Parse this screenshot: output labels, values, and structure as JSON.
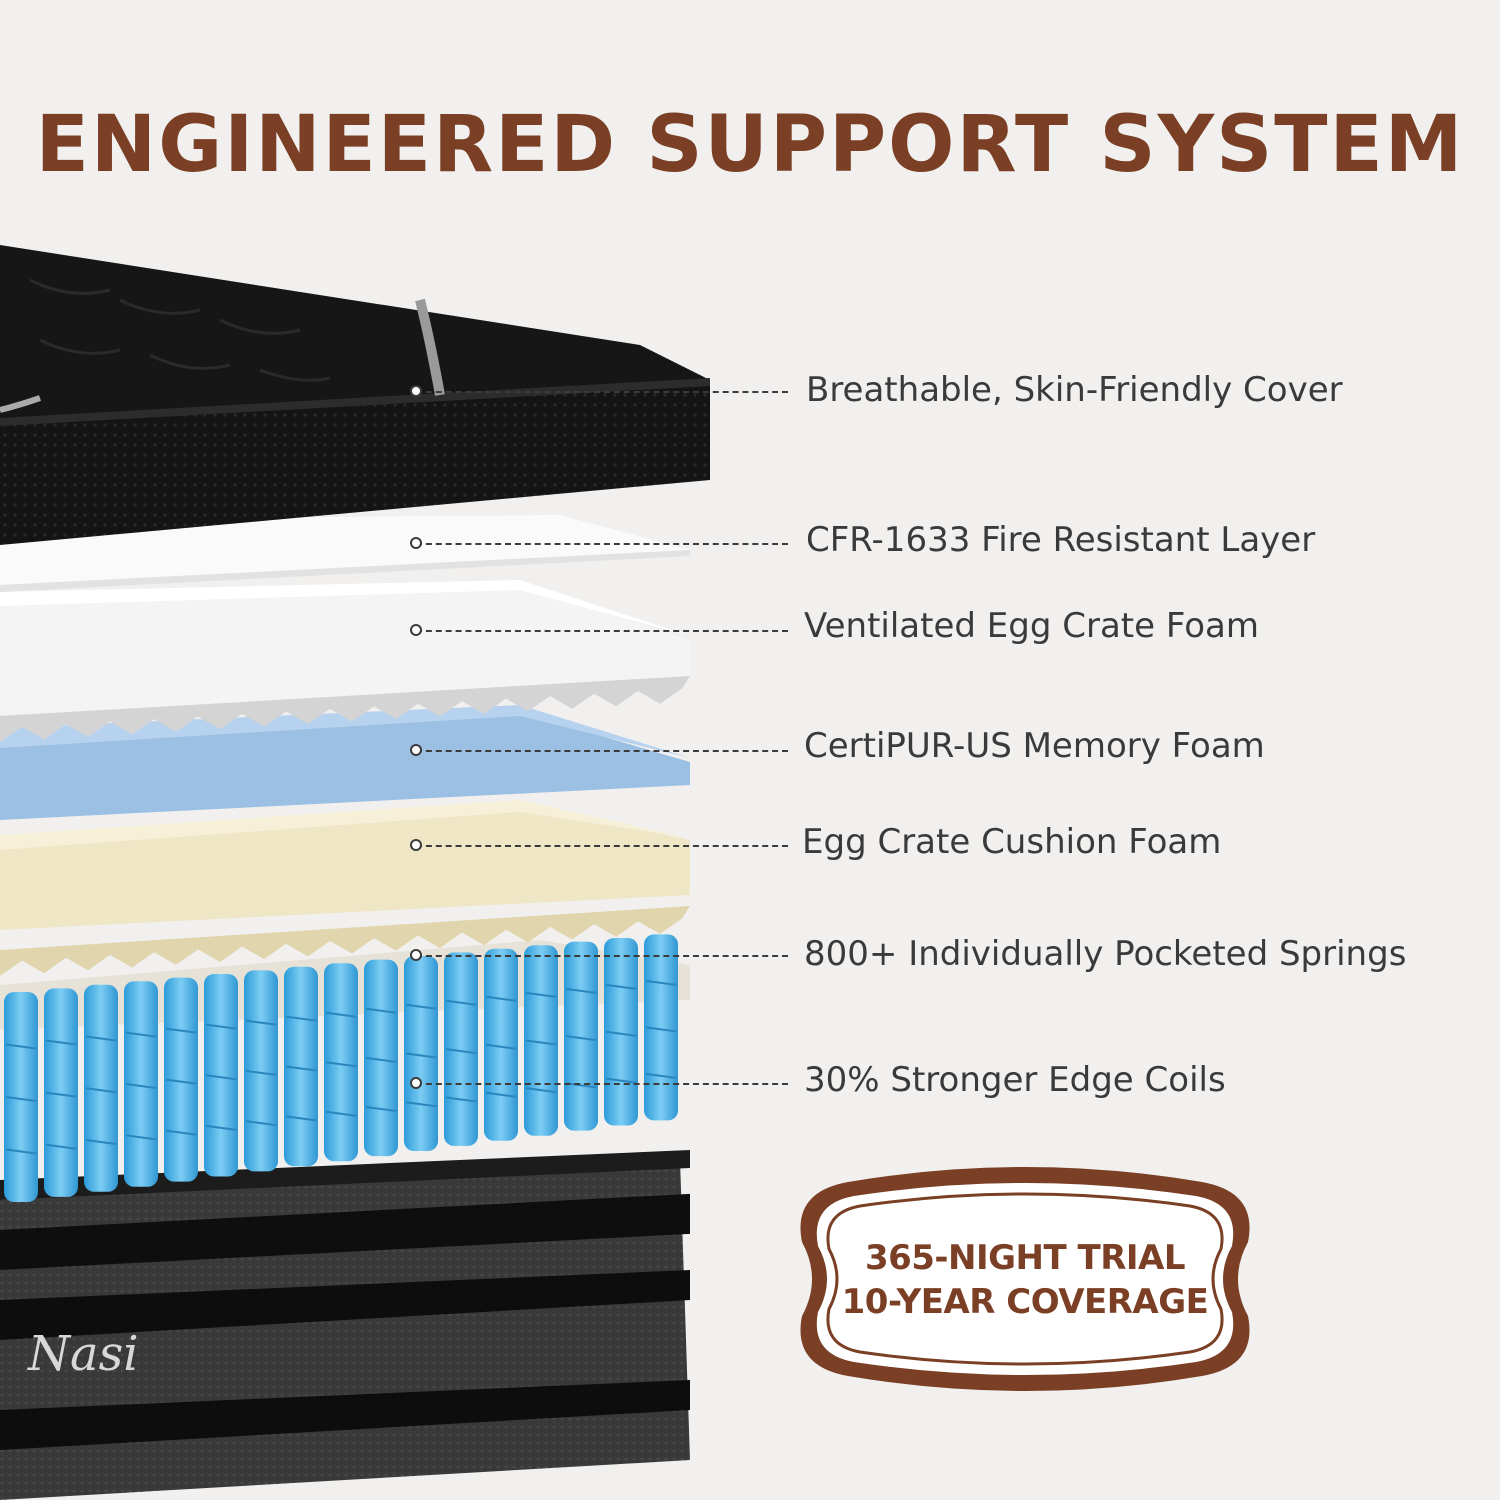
{
  "title": "ENGINEERED SUPPORT SYSTEM",
  "layers": [
    {
      "label": "Breathable, Skin-Friendly Cover"
    },
    {
      "label": "CFR-1633 Fire Resistant Layer"
    },
    {
      "label": "Ventilated Egg Crate Foam"
    },
    {
      "label": "CertiPUR-US Memory Foam"
    },
    {
      "label": "Egg Crate Cushion Foam"
    },
    {
      "label": "800+ Individually Pocketed Springs"
    },
    {
      "label": "30% Stronger Edge Coils"
    }
  ],
  "badge": {
    "line1": "365-NIGHT TRIAL",
    "line2": "10-YEAR COVERAGE"
  },
  "brand": "Nasi",
  "colors": {
    "accent": "#7a3f24",
    "background": "#f1f0ef",
    "memory_foam": "#9cc0e3",
    "cushion_foam": "#efe6c6",
    "springs": "#4fb4e8",
    "cover": "#111111"
  }
}
